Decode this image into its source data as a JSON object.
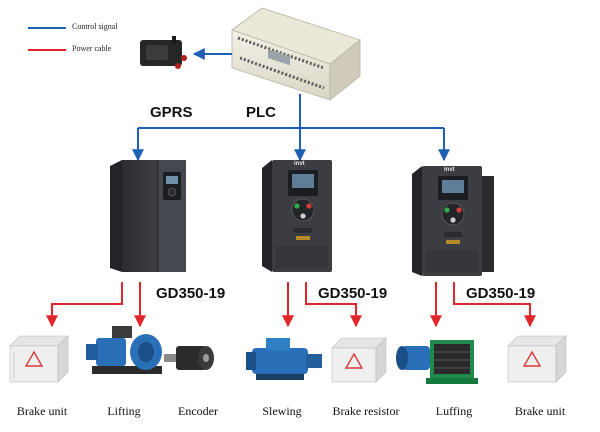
{
  "legend": {
    "control": "Control signal",
    "power": "Power cable"
  },
  "top_labels": {
    "gprs": "GPRS",
    "plc": "PLC"
  },
  "drives": [
    "GD350-19",
    "GD350-19",
    "GD350-19"
  ],
  "captions": [
    "Brake unit",
    "Lifting",
    "Encoder",
    "Slewing",
    "Brake resistor",
    "Luffing",
    "Brake unit"
  ],
  "drive_brand": "invt",
  "colors": {
    "control_line": "#1f5fb5",
    "power_line": "#e0262b",
    "drive_body": "#3b3d42",
    "motor_blue": "#2a70b8",
    "winch_green": "#1f8a4c"
  }
}
